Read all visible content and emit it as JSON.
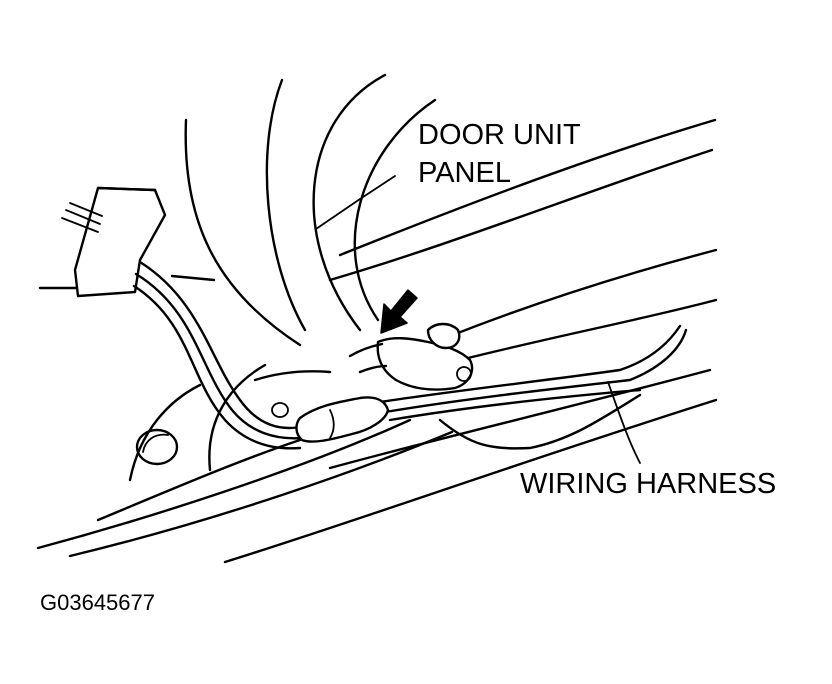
{
  "labels": {
    "door_unit_line1": "DOOR UNIT",
    "door_unit_line2": "PANEL",
    "wiring_harness": "WIRING HARNESS",
    "figure_code": "G03645677"
  },
  "colors": {
    "ink": "#000000",
    "paper": "#ffffff"
  }
}
